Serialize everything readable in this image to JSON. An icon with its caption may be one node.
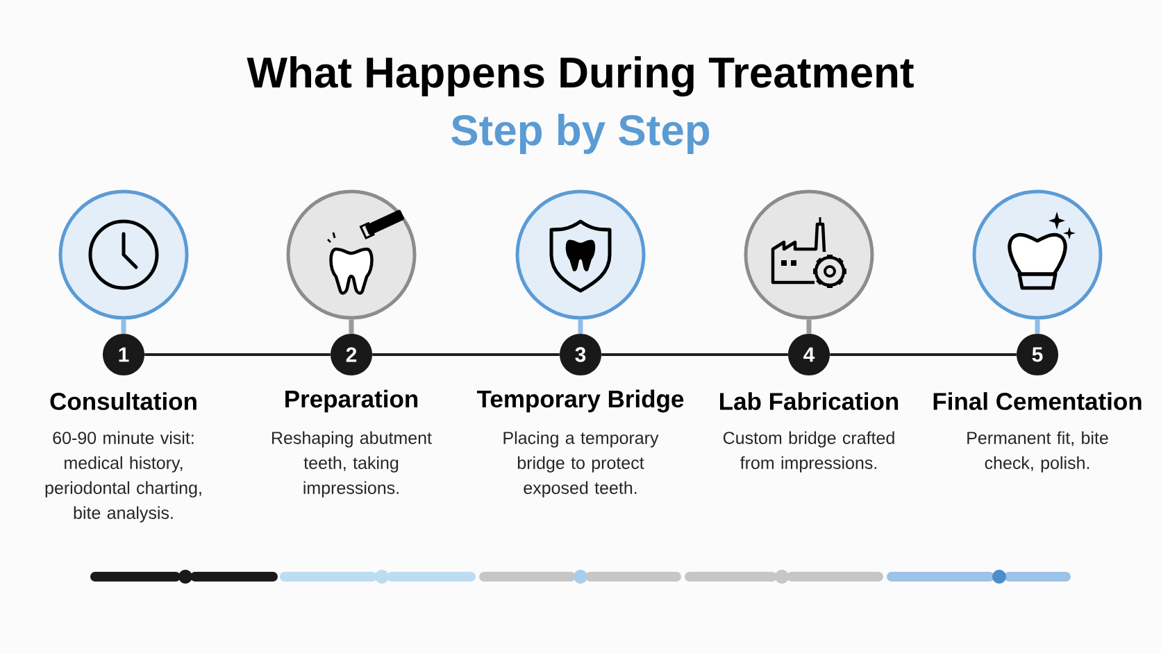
{
  "diagram": {
    "title": "What Happens During Treatment",
    "labels": [
      "Step by Step"
    ],
    "nodes": [
      {
        "text": [],
        "shape": "circle"
      },
      {
        "text": [
          "1"
        ],
        "beside": [
          "Consultation",
          "60-90 minute visit: medical history, periodontal charting, bite analysis."
        ]
      },
      {
        "text": [],
        "shape": "circle"
      },
      {
        "text": [
          "2"
        ],
        "beside": [
          "Preparation",
          "Reshaping abutment teeth, taking impressions."
        ]
      },
      {
        "text": [],
        "shape": "circle"
      },
      {
        "text": [
          "3"
        ],
        "beside": [
          "Temporary Bridge",
          "Placing a temporary bridge to protect exposed teeth."
        ]
      },
      {
        "text": [],
        "shape": "circle"
      },
      {
        "text": [
          "4"
        ],
        "beside": [
          "Lab Fabrication",
          "Custom bridge crafted from impressions."
        ]
      },
      {
        "text": [],
        "shape": "circle"
      },
      {
        "text": [
          "5"
        ],
        "beside": [
          "Final Cementation",
          "Permanent fit, bite check, polish."
        ]
      }
    ],
    "edges": [
      {
        "from": 0,
        "to": 1,
        "arrow": "none",
        "color": "#8fbde6"
      },
      {
        "from": 2,
        "to": 3,
        "arrow": "none",
        "color": "#9a9a9a"
      },
      {
        "from": 4,
        "to": 5,
        "arrow": "none",
        "color": "#8fbde6"
      },
      {
        "from": 6,
        "to": 7,
        "arrow": "none",
        "color": "#9a9a9a"
      },
      {
        "from": 8,
        "to": 9,
        "arrow": "none",
        "color": "#8fbde6"
      },
      {
        "from": 1,
        "to": 3,
        "arrow": "none"
      },
      {
        "from": 3,
        "to": 5,
        "arrow": "none"
      },
      {
        "from": 5,
        "to": 7,
        "arrow": "none"
      },
      {
        "from": 7,
        "to": 9,
        "arrow": "none"
      }
    ]
  }
}
